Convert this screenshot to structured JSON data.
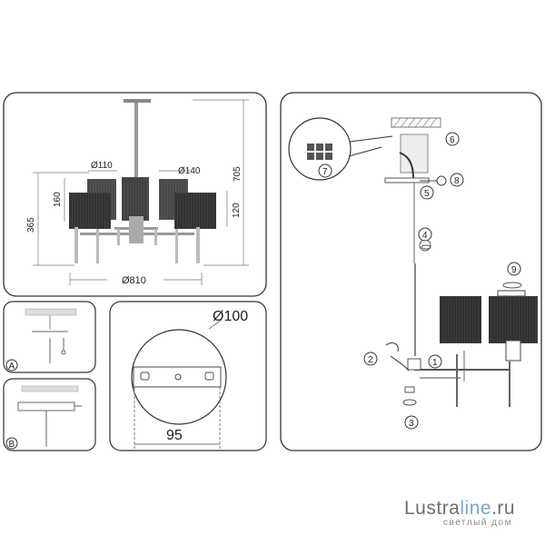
{
  "panel_main": {
    "dim_d110": "Ø110",
    "dim_d140": "Ø140",
    "dim_160": "160",
    "dim_705": "705",
    "dim_365": "365",
    "dim_120": "120",
    "dim_d810": "Ø810"
  },
  "panel_a": {
    "label": "A"
  },
  "panel_b": {
    "label": "B"
  },
  "panel_plate": {
    "dim_d100": "Ø100",
    "dim_95": "95"
  },
  "panel_assembly": {
    "steps": [
      "1",
      "2",
      "3",
      "4",
      "5",
      "6",
      "7",
      "8",
      "9"
    ]
  },
  "watermark": {
    "brand_part1": "Lustra",
    "brand_part2": "line",
    "brand_part3": ".ru",
    "tagline": "светлый дом",
    "colors": {
      "gray": "#6f6f6f",
      "accent": "#7aa6cf"
    }
  }
}
